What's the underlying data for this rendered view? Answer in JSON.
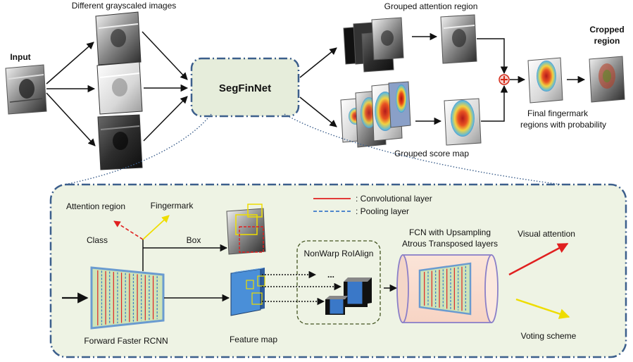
{
  "labels": {
    "input": "Input",
    "different_images": "Different grayscaled images",
    "segfinnet": "SegFinNet",
    "grouped_attention": "Grouped attention region",
    "grouped_score": "Grouped score map",
    "cropped_line1": "Cropped",
    "cropped_line2": "region",
    "final_line1": "Final fingermark",
    "final_line2": "regions with probability",
    "attention_region": "Attention region",
    "fingermark": "Fingermark",
    "class": "Class",
    "box": "Box",
    "forward_frcnn": "Forward Faster RCNN",
    "feature_map": "Feature map",
    "nonwarp": "NonWarp RoIAlign",
    "legend_conv": ": Convolutional layer",
    "legend_pool": ": Pooling layer",
    "fcn_line1": "FCN with Upsampling",
    "fcn_line2": "Atrous Transposed layers",
    "visual_attention": "Visual attention",
    "voting_scheme": "Voting scheme",
    "dots": "..."
  },
  "colors": {
    "panel_border": "#3c5f8c",
    "segfinnet_fill": "#e6eddb",
    "detail_fill": "#eef3e4",
    "conv_red": "#e02020",
    "pool_blue": "#3a78c8",
    "heat_red": "#d42a18",
    "arrow_yellow": "#eedd00",
    "feature_blue": "#4a8fd8"
  }
}
